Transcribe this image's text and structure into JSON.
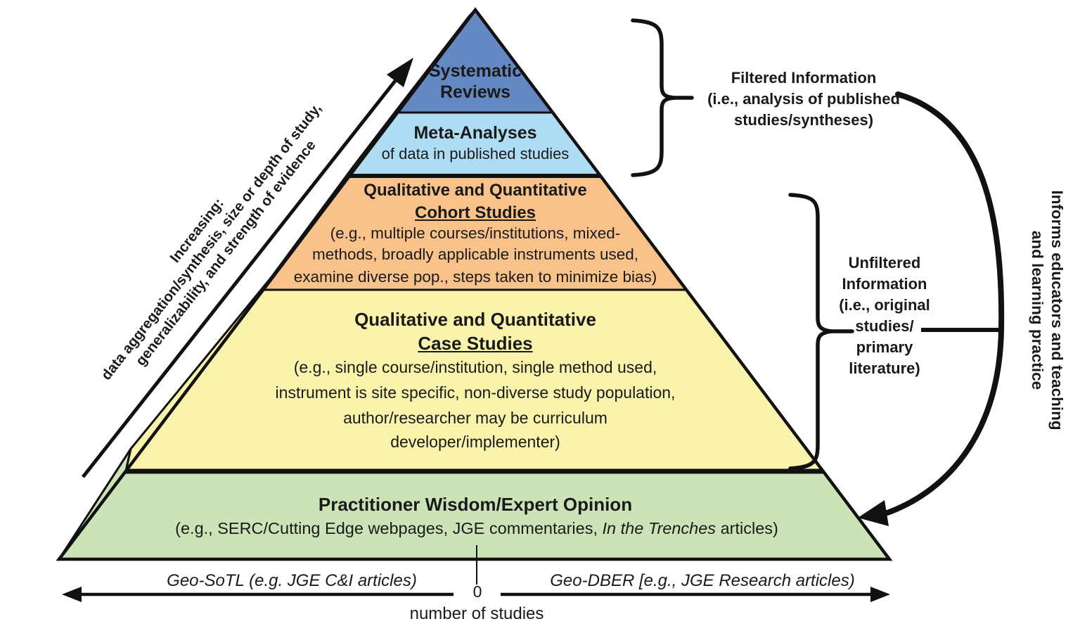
{
  "increasing_axis": {
    "line1": "Increasing:",
    "line2": "data aggregation/synthesis, size or depth of study,",
    "line3": "generalizability, and strength of evidence"
  },
  "pyramid": {
    "systematic": {
      "title": "Systematic Reviews",
      "color": "#6488c1"
    },
    "meta": {
      "title": "Meta-Analyses",
      "subtitle": "of data in published studies",
      "color": "#aedcf2"
    },
    "cohort": {
      "title": "Qualitative and Quantitative",
      "title2": "Cohort Studies",
      "detail1": "(e.g., multiple courses/institutions, mixed-",
      "detail2": "methods, broadly applicable instruments used,",
      "detail3": "examine diverse pop., steps taken to minimize bias)",
      "color": "#f9c28b"
    },
    "case": {
      "title": "Qualitative and Quantitative",
      "title2": "Case Studies",
      "detail1": "(e.g., single course/institution, single method used,",
      "detail2": "instrument is site specific, non-diverse study population,",
      "detail3": "author/researcher may be curriculum",
      "detail4": "developer/implementer)",
      "color": "#f9f3ab"
    },
    "practitioner": {
      "title": "Practitioner Wisdom/Expert Opinion",
      "detail_prefix": "(e.g., SERC/Cutting Edge webpages, JGE commentaries, ",
      "detail_italic": "In the Trenches",
      "detail_suffix": " articles)",
      "color": "#cbe3b6"
    },
    "line_color": "#111111"
  },
  "right_annotations": {
    "filtered": {
      "line1": "Filtered Information",
      "line2": "(i.e., analysis of published",
      "line3": "studies/syntheses)"
    },
    "unfiltered": {
      "line1": "Unfiltered",
      "line2": "Information",
      "line3": "(i.e., original",
      "line4": "studies/",
      "line5": "primary",
      "line6": "literature)"
    },
    "informs": {
      "line1": "Informs educators and  teaching",
      "line2": "and learning practice"
    }
  },
  "x_axis": {
    "left_label": "Geo-SoTL (e.g. JGE C&I articles)",
    "origin": "0",
    "right_label": "Geo-DBER [e.g., JGE Research articles)",
    "caption": "number of studies"
  }
}
